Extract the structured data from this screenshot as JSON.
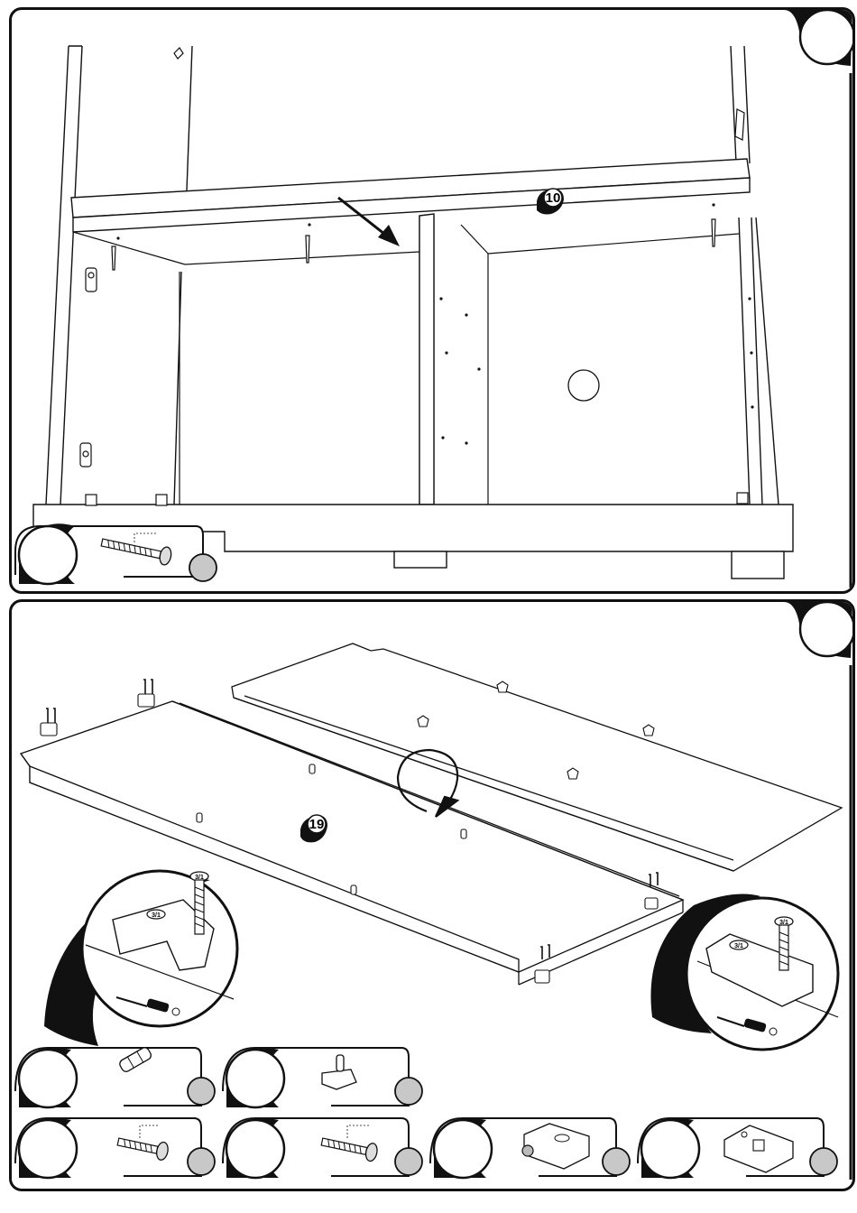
{
  "step1": {
    "part_label": "10",
    "screw_dim": ""
  },
  "step2": {
    "part_label": "19",
    "fitting_mark_left": "3/1",
    "fitting_mark_right": "3/1",
    "lid_mark_left": "3/1",
    "lid_mark_right": "3/1"
  },
  "colors": {
    "line": "#111111",
    "qty_circle": "#c8c8c8",
    "paper": "#ffffff"
  }
}
